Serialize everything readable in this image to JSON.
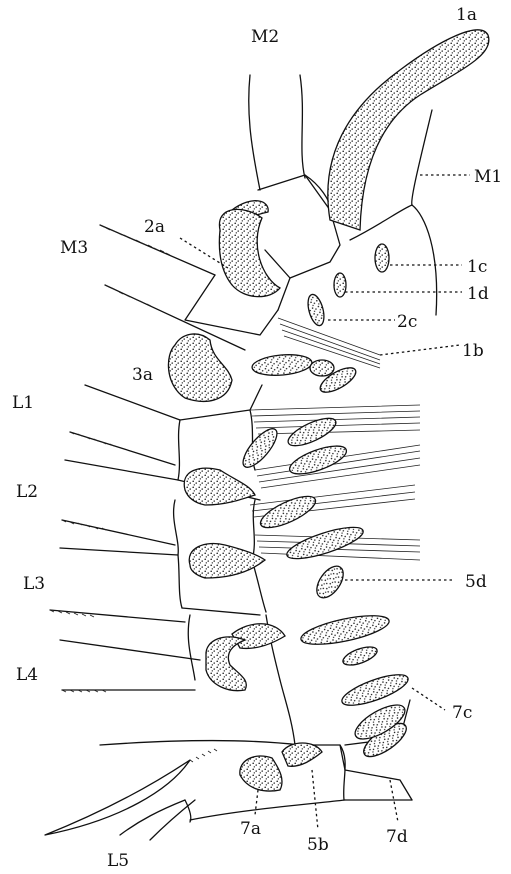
{
  "labels": {
    "M2": "M2",
    "1a": "1a",
    "M1": "M1",
    "2a": "2a",
    "M3": "M3",
    "1c": "1c",
    "1d": "1d",
    "2c": "2c",
    "1b": "1b",
    "3a": "3a",
    "L1": "L1",
    "L2": "L2",
    "L3": "L3",
    "5d": "5d",
    "L4": "L4",
    "7c": "7c",
    "7a": "7a",
    "5b": "5b",
    "7d": "7d",
    "L5": "L5"
  },
  "colors": {
    "ink": "#111111",
    "paper": "#ffffff"
  }
}
